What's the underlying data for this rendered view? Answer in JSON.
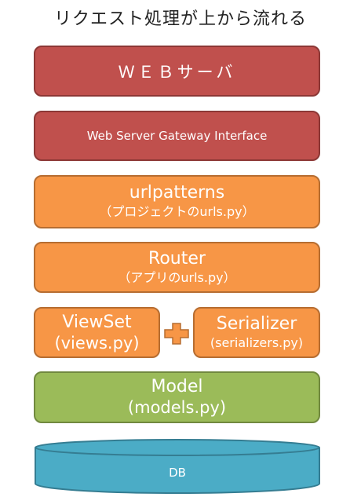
{
  "title": "リクエスト処理が上から流れる",
  "layers": {
    "web_server": "ＷＥＢサーバ",
    "wsgi": "Web Server Gateway Interface",
    "urlpatterns": {
      "main": "urlpatterns",
      "sub": "（プロジェクトのurls.py）"
    },
    "router": {
      "main": "Router",
      "sub": "（アプリのurls.py）"
    },
    "viewset": {
      "main": "ViewSet",
      "sub": "(views.py)"
    },
    "serializer": {
      "main": "Serializer",
      "sub": "(serializers.py)"
    },
    "model": {
      "main": "Model",
      "sub": "(models.py)"
    },
    "db": "DB"
  },
  "colors": {
    "red": "#c0504d",
    "orange": "#f79646",
    "green": "#9bbb59",
    "db": "#4bacc6"
  }
}
